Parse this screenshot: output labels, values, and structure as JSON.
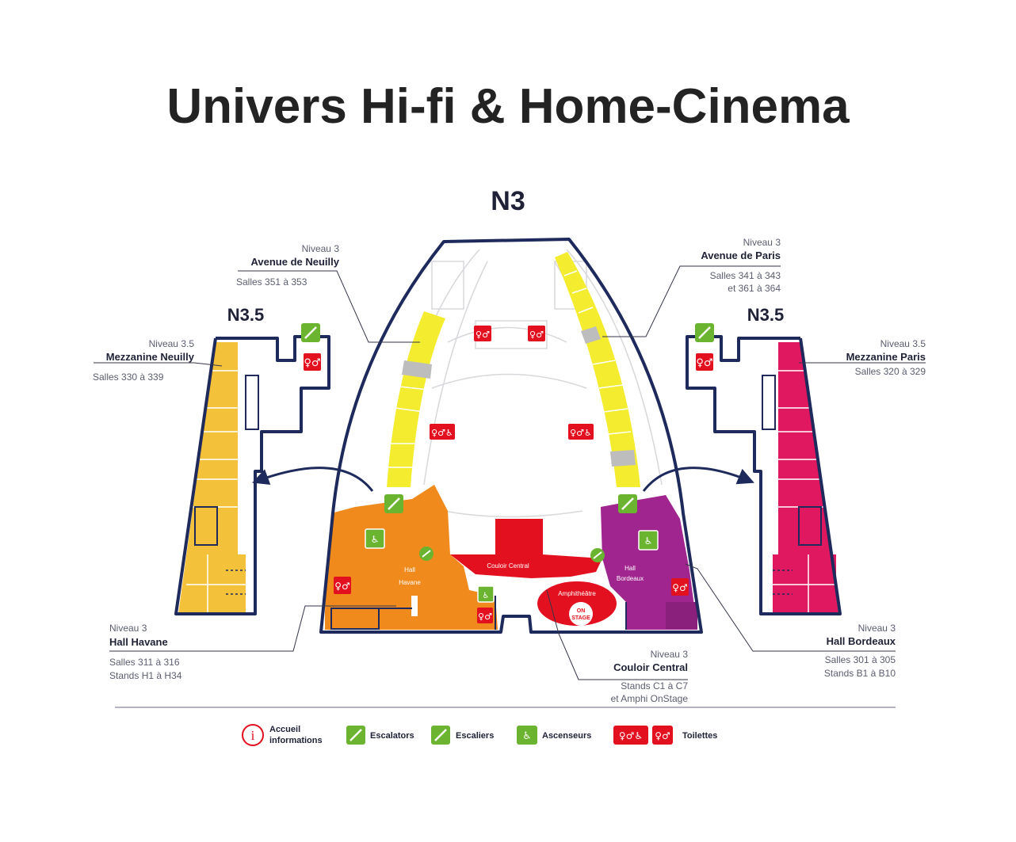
{
  "title": "Univers Hi-fi & Home-Cinema",
  "levels": {
    "main": "N3",
    "left_mezz": "N3.5",
    "right_mezz": "N3.5"
  },
  "colors": {
    "walls": "#1e2a5c",
    "neuilly_mezzanine": "#f4c13a",
    "avenue_yellow": "#f4ec2f",
    "havane": "#f08a1c",
    "bordeaux": "#a0258f",
    "couloir": "#e3101f",
    "paris_mezzanine": "#e0185f",
    "icon_green": "#6ab42f",
    "icon_red": "#e3101f"
  },
  "callouts": {
    "avenue_neuilly": {
      "level": "Niveau 3",
      "name": "Avenue de Neuilly",
      "details": [
        "Salles 351 à 353"
      ]
    },
    "mezzanine_neuilly": {
      "level": "Niveau 3.5",
      "name": "Mezzanine Neuilly",
      "details": [
        "Salles 330 à 339"
      ]
    },
    "avenue_paris": {
      "level": "Niveau 3",
      "name": "Avenue de Paris",
      "details": [
        "Salles  341 à 343",
        "et  361 à 364"
      ]
    },
    "mezzanine_paris": {
      "level": "Niveau 3.5",
      "name": "Mezzanine Paris",
      "details": [
        "Salles  320 à 329"
      ]
    },
    "hall_havane": {
      "level": "Niveau 3",
      "name": "Hall Havane",
      "details": [
        "Salles 311 à 316",
        "Stands H1 à H34"
      ]
    },
    "couloir_central": {
      "level": "Niveau 3",
      "name": "Couloir Central",
      "details": [
        "Stands C1 à C7",
        "et Amphi OnStage"
      ]
    },
    "hall_bordeaux": {
      "level": "Niveau 3",
      "name": "Hall Bordeaux",
      "details": [
        "Salles 301 à 305",
        "Stands B1 à B10"
      ]
    }
  },
  "map_labels": {
    "hall_havane": [
      "Hall",
      "Havane"
    ],
    "hall_bordeaux": [
      "Hall",
      "Bordeaux"
    ],
    "couloir_central": "Couloir Central",
    "amphitheatre": "Amphithéâtre",
    "on_stage": [
      "ON",
      "STAGE"
    ]
  },
  "legend": [
    {
      "icon": "info-icon",
      "label": [
        "Accueil",
        "informations"
      ]
    },
    {
      "icon": "escalator-icon",
      "label": [
        "Escalators"
      ]
    },
    {
      "icon": "stairs-icon",
      "label": [
        "Escaliers"
      ]
    },
    {
      "icon": "elevator-icon",
      "label": [
        "Ascenseurs"
      ]
    },
    {
      "icon": "toilets-icon",
      "label": [
        "Toilettes"
      ]
    }
  ]
}
